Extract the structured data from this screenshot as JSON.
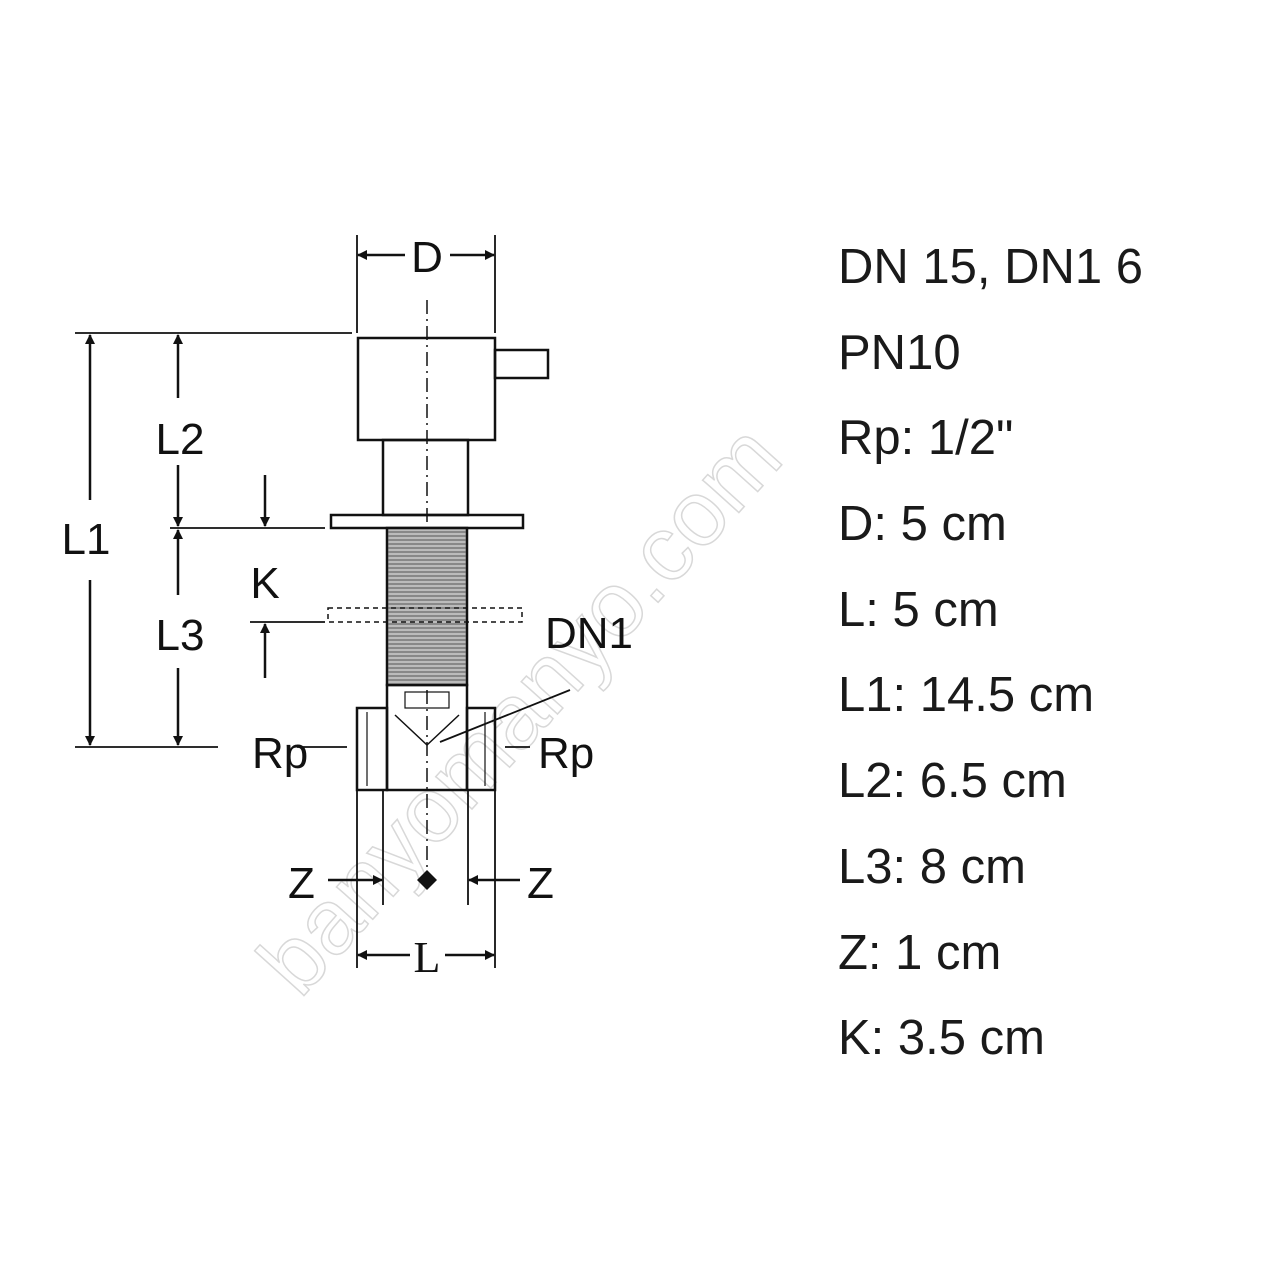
{
  "diagram": {
    "labels": {
      "D": "D",
      "L1": "L1",
      "L2": "L2",
      "L3": "L3",
      "K": "K",
      "Rp_left": "Rp",
      "Rp_right": "Rp",
      "DN1": "DN1",
      "Z_left": "Z",
      "Z_right": "Z",
      "L": "L"
    }
  },
  "specs": [
    "DN 15, DN1 6",
    "PN10",
    "Rp: 1/2\"",
    "D: 5 cm",
    "L: 5 cm",
    "L1: 14.5 cm",
    "L2: 6.5 cm",
    "L3: 8 cm",
    "Z: 1 cm",
    "K: 3.5 cm"
  ],
  "watermark": "banyomanyo.com"
}
